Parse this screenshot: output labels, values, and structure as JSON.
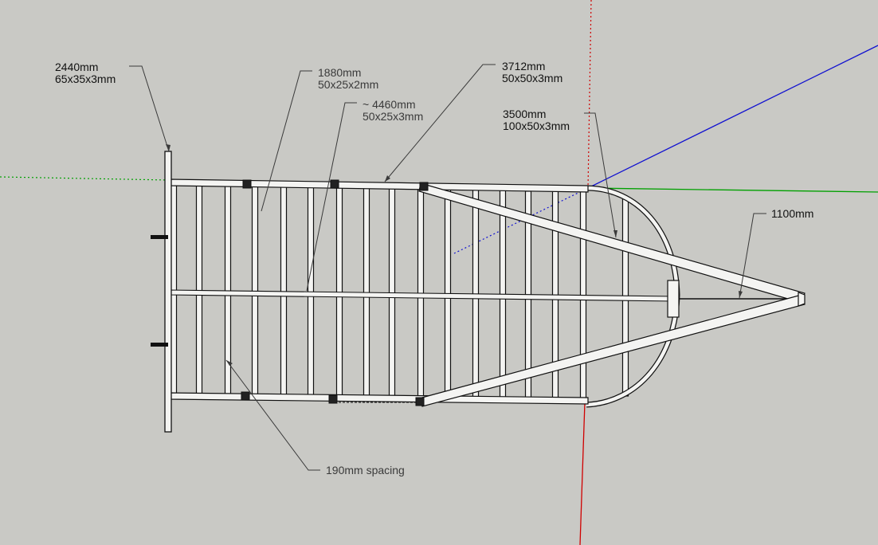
{
  "labels": {
    "rear_bar": {
      "length": "2440mm",
      "section": "65x35x3mm"
    },
    "crossmember": {
      "length": "1880mm",
      "section": "50x25x2mm"
    },
    "centre_rail": {
      "length": "~ 4460mm",
      "section": "50x25x3mm"
    },
    "side_rail": {
      "length": "3712mm",
      "section": "50x50x3mm"
    },
    "drawbar": {
      "length": "3500mm",
      "section": "100x50x3mm"
    },
    "nose": {
      "length": "1100mm"
    },
    "spacing": {
      "text": "190mm spacing"
    }
  },
  "colors": {
    "background": "#c9c9c5",
    "frame_fill": "#f4f4f2",
    "frame_outline": "#111111",
    "axis_red": "#d00000",
    "axis_green": "#00a000",
    "axis_blue": "#1010d0"
  }
}
